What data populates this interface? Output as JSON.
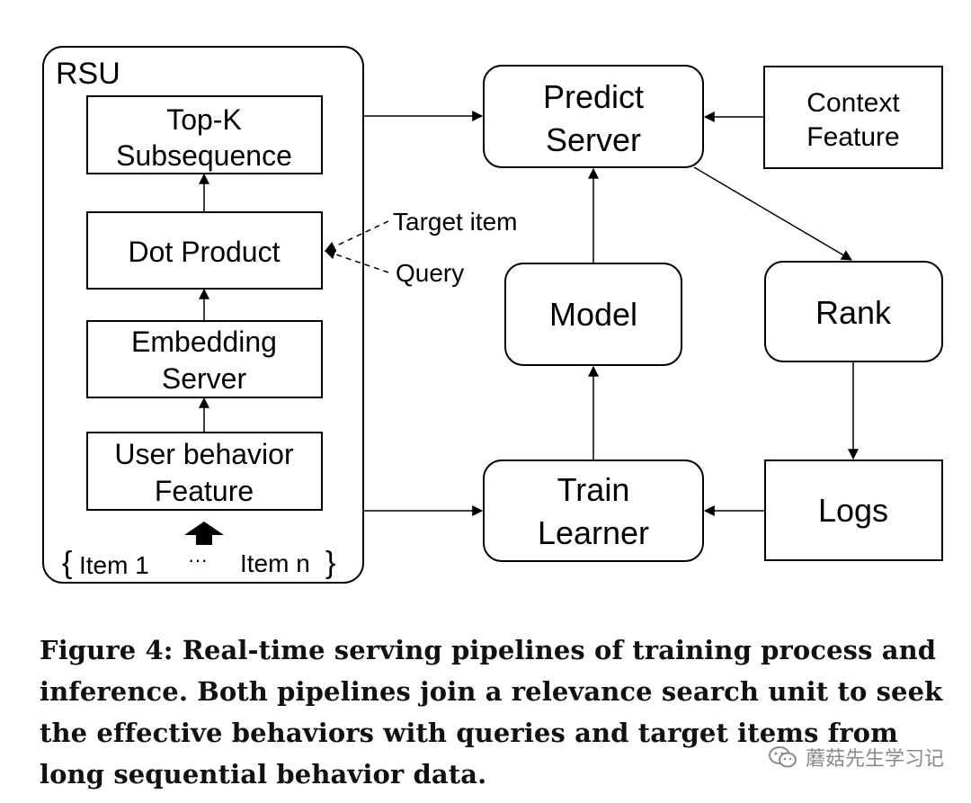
{
  "rsu": {
    "title": "RSU",
    "topk_line1": "Top-K",
    "topk_line2": "Subsequence",
    "dot_product": "Dot Product",
    "embedding_line1": "Embedding",
    "embedding_line2": "Server",
    "user_line1": "User behavior",
    "user_line2": "Feature",
    "item_first": "Item 1",
    "item_ellipsis": "···",
    "item_last": "Item n"
  },
  "inputs": {
    "target_item": "Target item",
    "query": "Query"
  },
  "nodes": {
    "predict_line1": "Predict",
    "predict_line2": "Server",
    "context_line1": "Context",
    "context_line2": "Feature",
    "model": "Model",
    "rank": "Rank",
    "train_line1": "Train",
    "train_line2": "Learner",
    "logs": "Logs"
  },
  "caption": "Figure 4: Real-time serving pipelines of training process and inference. Both pipelines join a relevance search unit to seek the effective behaviors with queries and target items from long sequential behavior data.",
  "watermark": {
    "text": "蘑菇先生学习记",
    "icon": "wechat-icon"
  }
}
